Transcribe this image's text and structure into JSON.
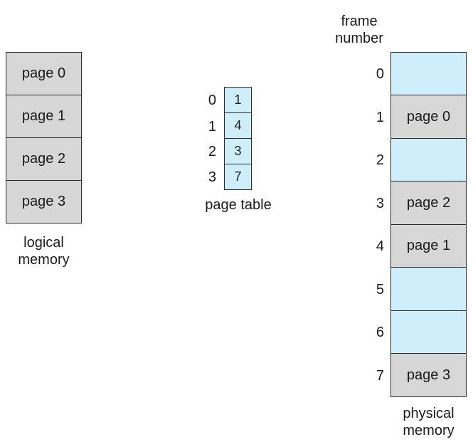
{
  "logical_memory": {
    "pages": [
      "page 0",
      "page 1",
      "page 2",
      "page 3"
    ],
    "caption_line1": "logical",
    "caption_line2": "memory"
  },
  "page_table": {
    "indices": [
      "0",
      "1",
      "2",
      "3"
    ],
    "frames": [
      "1",
      "4",
      "3",
      "7"
    ],
    "caption": "page table"
  },
  "physical_memory": {
    "header_line1": "frame",
    "header_line2": "number",
    "frame_numbers": [
      "0",
      "1",
      "2",
      "3",
      "4",
      "5",
      "6",
      "7"
    ],
    "frames": [
      "",
      "page 0",
      "",
      "page 2",
      "page 1",
      "",
      "",
      "page 3"
    ],
    "caption_line1": "physical",
    "caption_line2": "memory"
  },
  "colors": {
    "page_fill": "#d7d7d7",
    "empty_frame_fill": "#cdeefa",
    "border": "#2a2a2a"
  }
}
